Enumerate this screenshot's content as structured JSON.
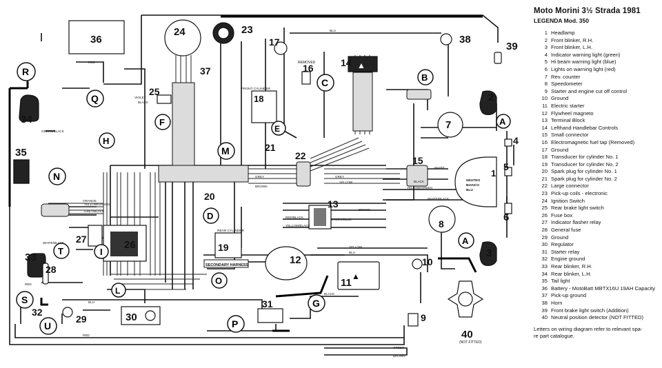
{
  "title": "Moto Morini 3½ Strada 1981",
  "subtitle": "LEGENDA Mod. 350",
  "legend": [
    {
      "n": "1",
      "t": "Headlamp"
    },
    {
      "n": "2",
      "t": "Front blinker, R.H."
    },
    {
      "n": "3",
      "t": "Front blinker, L.H."
    },
    {
      "n": "4",
      "t": "Indicator warning light (green)"
    },
    {
      "n": "5",
      "t": "Hi beam warning light (blue)"
    },
    {
      "n": "6",
      "t": "Lights on warning light (red)"
    },
    {
      "n": "7",
      "t": "Rev. counter"
    },
    {
      "n": "8",
      "t": "Speedometer"
    },
    {
      "n": "9",
      "t": "Starter and engine cut off control"
    },
    {
      "n": "10",
      "t": "Ground"
    },
    {
      "n": "11",
      "t": "Electric starter"
    },
    {
      "n": "12",
      "t": "Flywheel magneto"
    },
    {
      "n": "13",
      "t": "Terminal Block"
    },
    {
      "n": "14",
      "t": "Lefthand Handlebar Controls"
    },
    {
      "n": "15",
      "t": "Small connector"
    },
    {
      "n": "16",
      "t": "Electromagnetic fuel tap (Removed)"
    },
    {
      "n": "17",
      "t": "Ground"
    },
    {
      "n": "18",
      "t": "Transducer for cylinder No. 1"
    },
    {
      "n": "19",
      "t": "Transducer for cylinder No. 2"
    },
    {
      "n": "20",
      "t": "Spark plug for cylinder No. 1"
    },
    {
      "n": "21",
      "t": "Spark plug for cylinder No. 2"
    },
    {
      "n": "22",
      "t": "Large connector"
    },
    {
      "n": "23",
      "t": "Pick-up coils - electronic"
    },
    {
      "n": "24",
      "t": "Ignition Switch"
    },
    {
      "n": "25",
      "t": "Rear brake light switch"
    },
    {
      "n": "26",
      "t": "Fuse box"
    },
    {
      "n": "27",
      "t": "Indicator flasher relay"
    },
    {
      "n": "28",
      "t": "General fuse"
    },
    {
      "n": "29",
      "t": "Ground"
    },
    {
      "n": "30",
      "t": "Regulator"
    },
    {
      "n": "31",
      "t": "Starter relay"
    },
    {
      "n": "32",
      "t": "Engine ground"
    },
    {
      "n": "33",
      "t": "Rear blinker, R.H."
    },
    {
      "n": "34",
      "t": "Rear blinker, L.H."
    },
    {
      "n": "35",
      "t": "Tail light"
    },
    {
      "n": "36",
      "t": "Battery - MotoBatt MBTX16U 19AH Capacity"
    },
    {
      "n": "37",
      "t": "Pick-up ground"
    },
    {
      "n": "38",
      "t": "Horn"
    },
    {
      "n": "39",
      "t": "Front brake light switch (Addition)"
    },
    {
      "n": "40",
      "t": "Neutral position detector (NOT FITTED)"
    }
  ],
  "note": [
    "Letters on wiring diagram refer to relevant spa-",
    "re part catalogue."
  ],
  "component_labels": [
    "1",
    "2",
    "3",
    "4",
    "5",
    "6",
    "7",
    "8",
    "9",
    "10",
    "11",
    "12",
    "13",
    "14",
    "15",
    "16",
    "17",
    "18",
    "19",
    "20",
    "21",
    "22",
    "23",
    "24",
    "25",
    "26",
    "27",
    "28",
    "29",
    "30",
    "31",
    "32",
    "33",
    "34",
    "35",
    "36",
    "37",
    "38",
    "39",
    "40"
  ],
  "connector_letters": [
    "A",
    "A",
    "B",
    "C",
    "D",
    "E",
    "F",
    "G",
    "H",
    "I",
    "L",
    "M",
    "N",
    "O",
    "P",
    "Q",
    "R",
    "S",
    "T",
    "U"
  ],
  "wire_labels": [
    "RED",
    "BLU",
    "BLACK",
    "WHITE",
    "GREY",
    "BROWN",
    "VIOLET",
    "YELLOW",
    "ORANGE",
    "GREEN",
    "GREEN/BLACK",
    "YELLOW/GREEN",
    "WHITE/BLACK",
    "GREY/BLACK",
    "GREEN/BLUE",
    "RED/BLACK",
    "YELLOW/BLACK"
  ],
  "tags": {
    "secondary_harness": "SECONDARY HARNESS",
    "front_cylinder": "FRONT CYLINDER",
    "rear_cylinder": "REAR CYLINDER",
    "removed": "REMOVED",
    "not_fitted": "(NOT FITTED)",
    "neutro": "NEUTRO",
    "bianco": "BIANCO",
    "blu": "BLU"
  }
}
